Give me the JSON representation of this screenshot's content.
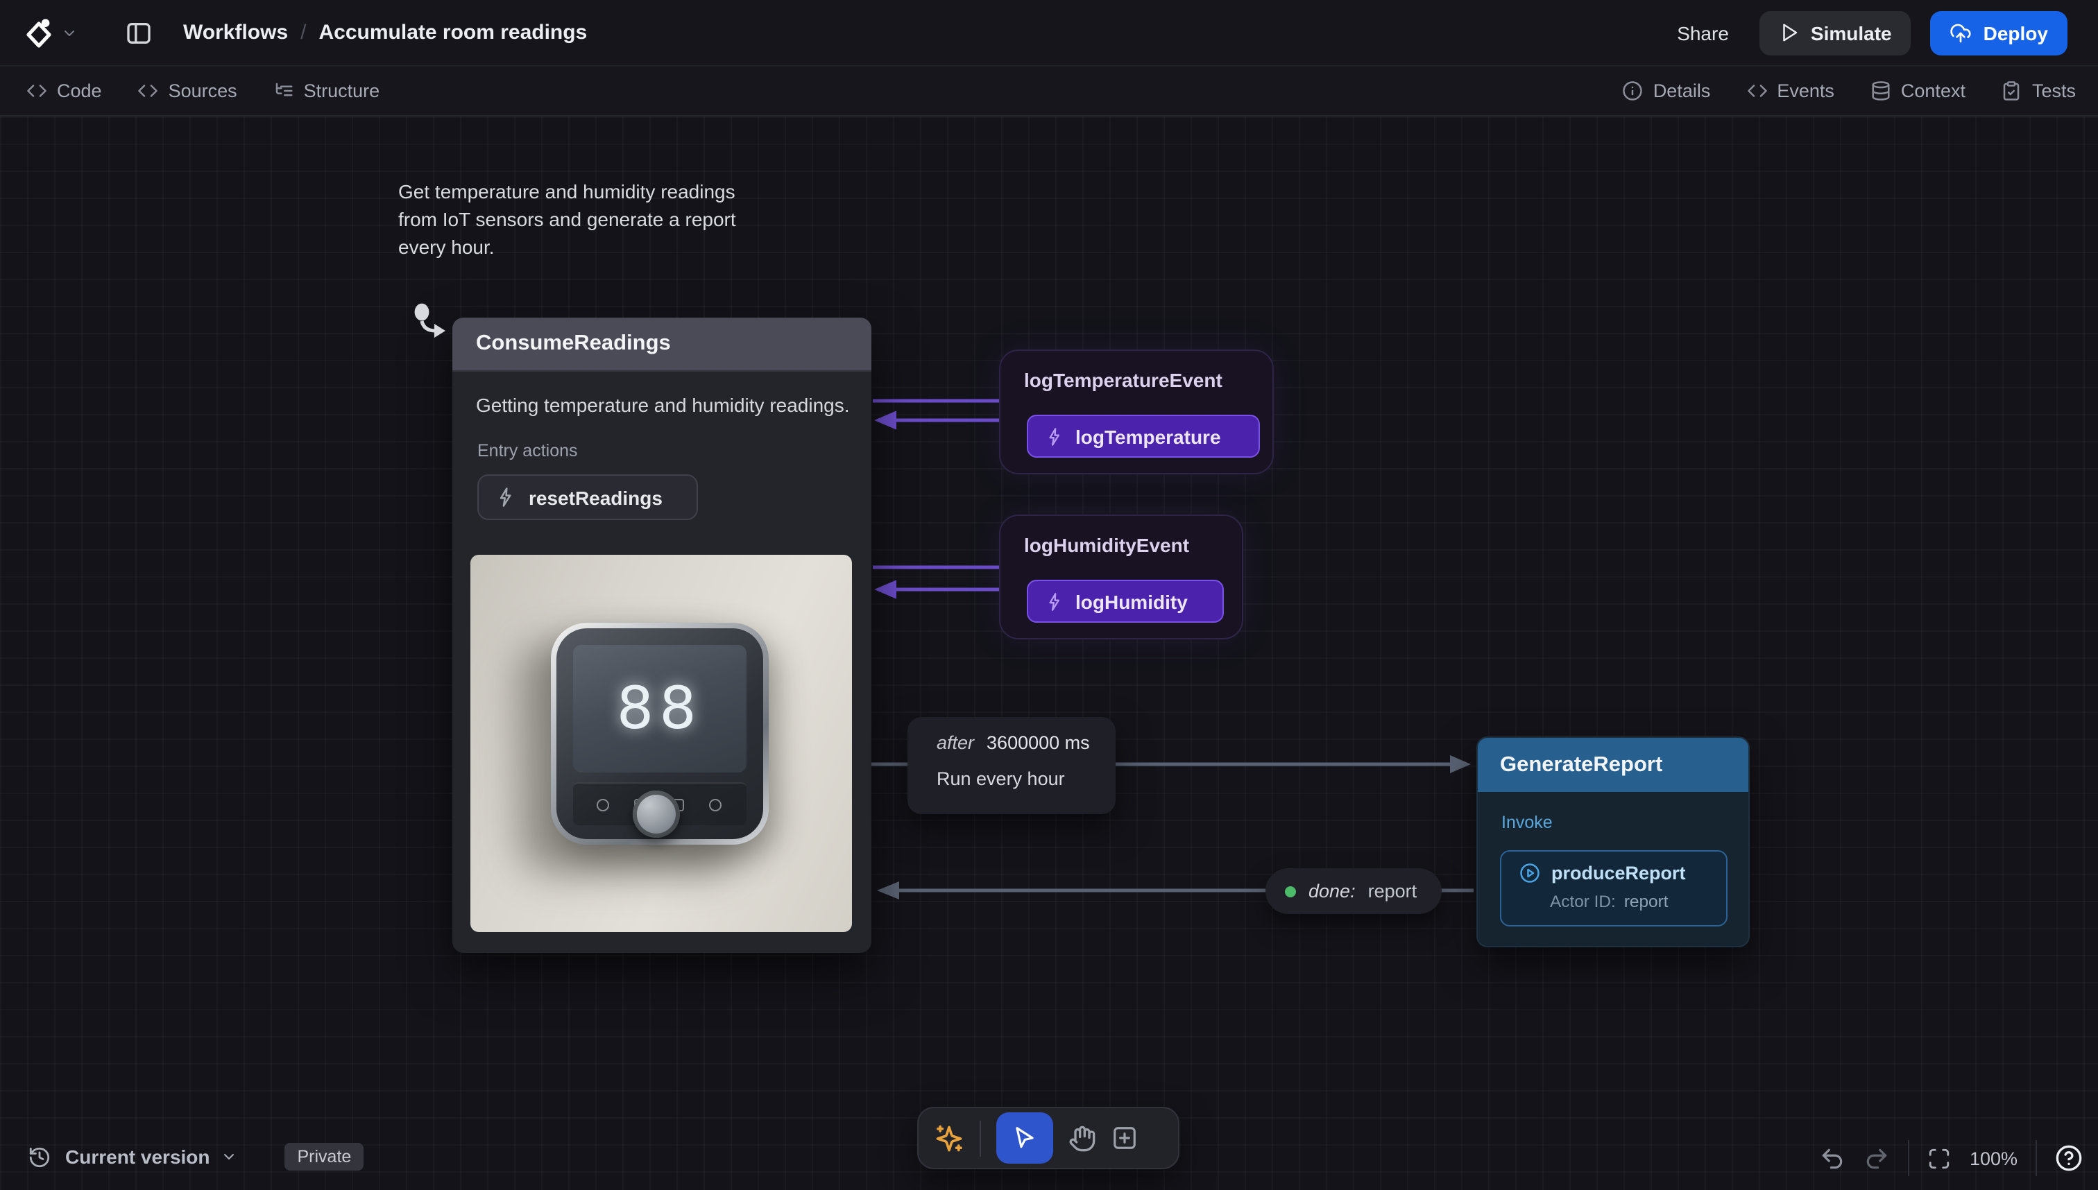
{
  "colors": {
    "accent-blue": "#1763E8",
    "node-header-gray": "#4B4B57",
    "node-header-blue": "#27608F",
    "purple-edge": "#6B4CC8",
    "purple-button-bg": "#4A22AB",
    "purple-button-border": "#7A52E8",
    "gray-edge": "#596273",
    "done-green": "#4DBA6A",
    "toolbar-active-blue": "#2F55CC",
    "sparkle-gold": "#E8A33D"
  },
  "topbar": {
    "breadcrumb_section": "Workflows",
    "breadcrumb_separator": "/",
    "breadcrumb_page": "Accumulate room readings",
    "share": "Share",
    "simulate": "Simulate",
    "deploy": "Deploy"
  },
  "tabbar": {
    "left": [
      {
        "label": "Code"
      },
      {
        "label": "Sources"
      },
      {
        "label": "Structure"
      }
    ],
    "right": [
      {
        "label": "Details"
      },
      {
        "label": "Events"
      },
      {
        "label": "Context"
      },
      {
        "label": "Tests"
      }
    ]
  },
  "canvas": {
    "note_lines": [
      "Get temperature and humidity readings",
      "from IoT sensors and generate a report",
      "every hour."
    ],
    "consume": {
      "title": "ConsumeReadings",
      "description": "Getting temperature and humidity readings.",
      "entry_actions_label": "Entry actions",
      "entry_action": "resetReadings",
      "thermostat_display": "88"
    },
    "temperature_event": {
      "title": "logTemperatureEvent",
      "action": "logTemperature"
    },
    "humidity_event": {
      "title": "logHumidityEvent",
      "action": "logHumidity"
    },
    "after_transition": {
      "keyword": "after",
      "value": "3600000 ms",
      "description": "Run every hour"
    },
    "generate_report": {
      "title": "GenerateReport",
      "section_label": "Invoke",
      "action": "produceReport",
      "actor_label": "Actor ID:",
      "actor_value": "report"
    },
    "done_edge": {
      "event": "done:",
      "value": "report"
    }
  },
  "statusbar": {
    "version": "Current version",
    "visibility": "Private",
    "zoom": "100%"
  }
}
